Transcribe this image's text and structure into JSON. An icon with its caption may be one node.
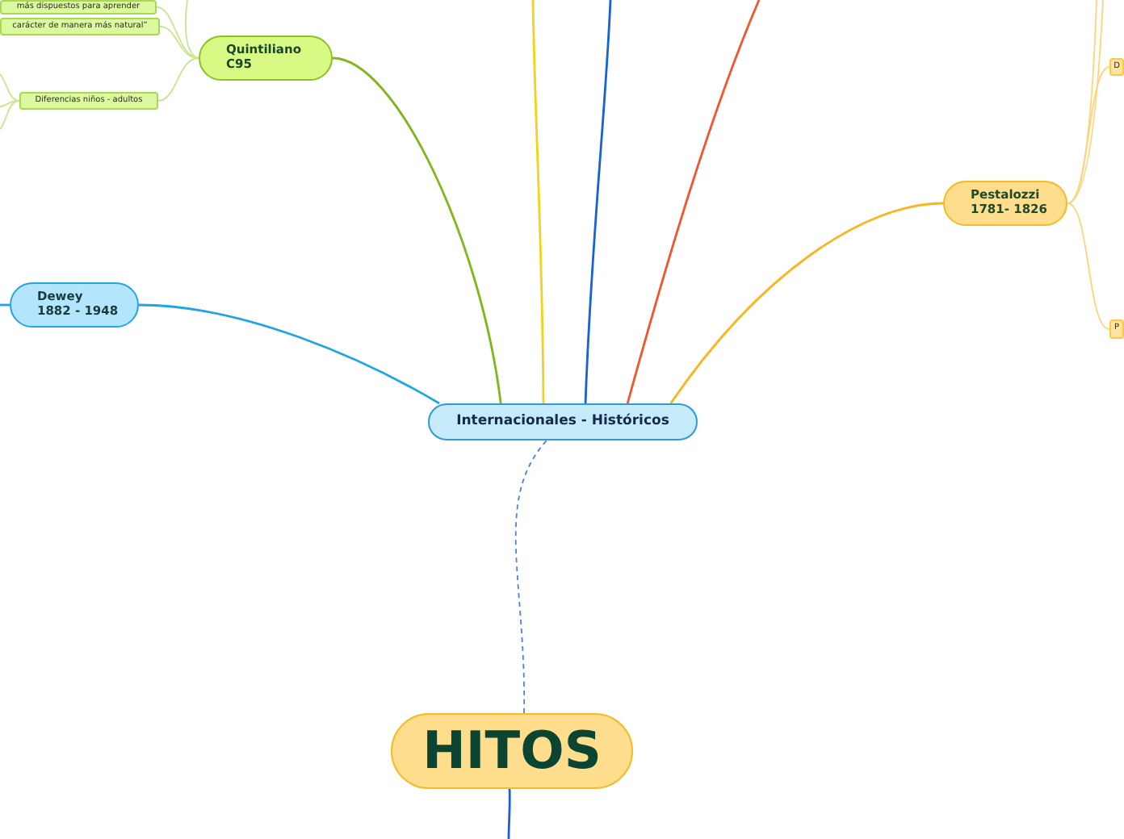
{
  "diagram": {
    "nodes": [
      {
        "text": [
          "Internacionales - Históricos"
        ]
      },
      {
        "text": [
          "Quintiliano",
          "C95"
        ]
      },
      {
        "text": [
          "más dispuestos para aprender"
        ]
      },
      {
        "text": [
          "carácter de manera más natural”"
        ]
      },
      {
        "text": [
          "Diferencias niños - adultos"
        ]
      },
      {
        "text": [
          "Dewey",
          "1882 - 1948"
        ]
      },
      {
        "text": [
          "Pestalozzi",
          "1781- 1826"
        ]
      },
      {
        "text": [
          "D"
        ]
      },
      {
        "text": [
          "P"
        ]
      },
      {
        "text": [
          "HITOS"
        ]
      }
    ],
    "edges": [
      {
        "from": 0,
        "to": 1,
        "arrow": "none",
        "color": "#7fb718"
      },
      {
        "from": 1,
        "to": 2,
        "arrow": "none",
        "color": "#c8e68e"
      },
      {
        "from": 1,
        "to": 3,
        "arrow": "none",
        "color": "#c8e68e"
      },
      {
        "from": 1,
        "to": 4,
        "arrow": "none",
        "color": "#c8e68e"
      },
      {
        "from": 1,
        "to": null,
        "arrow": "none",
        "color": "#c8e68e"
      },
      {
        "from": 4,
        "to": null,
        "arrow": "none",
        "color": "#c8e68e"
      },
      {
        "from": 4,
        "to": null,
        "arrow": "none",
        "color": "#c8e68e"
      },
      {
        "from": 4,
        "to": null,
        "arrow": "none",
        "color": "#c8e68e"
      },
      {
        "from": 0,
        "to": 5,
        "arrow": "none",
        "color": "#1ea5e6"
      },
      {
        "from": 5,
        "to": null,
        "arrow": "none",
        "color": "#1ea5e6"
      },
      {
        "from": 0,
        "to": null,
        "arrow": "none",
        "color": "#f0d31a"
      },
      {
        "from": 0,
        "to": null,
        "arrow": "none",
        "color": "#1662d6"
      },
      {
        "from": 0,
        "to": null,
        "arrow": "none",
        "color": "#f0562a"
      },
      {
        "from": 0,
        "to": 6,
        "arrow": "none",
        "color": "#f9b61f"
      },
      {
        "from": 6,
        "to": null,
        "arrow": "none",
        "color": "#fdd47a"
      },
      {
        "from": 6,
        "to": null,
        "arrow": "none",
        "color": "#fdd47a"
      },
      {
        "from": 6,
        "to": 7,
        "arrow": "none",
        "color": "#fdd47a"
      },
      {
        "from": 6,
        "to": 8,
        "arrow": "none",
        "color": "#fdd47a"
      },
      {
        "from": 9,
        "to": 0,
        "arrow": "none",
        "style": "dashed",
        "color": "#4f7fe6"
      },
      {
        "from": 9,
        "to": null,
        "arrow": "none",
        "color": "#1d5fd0"
      }
    ]
  }
}
